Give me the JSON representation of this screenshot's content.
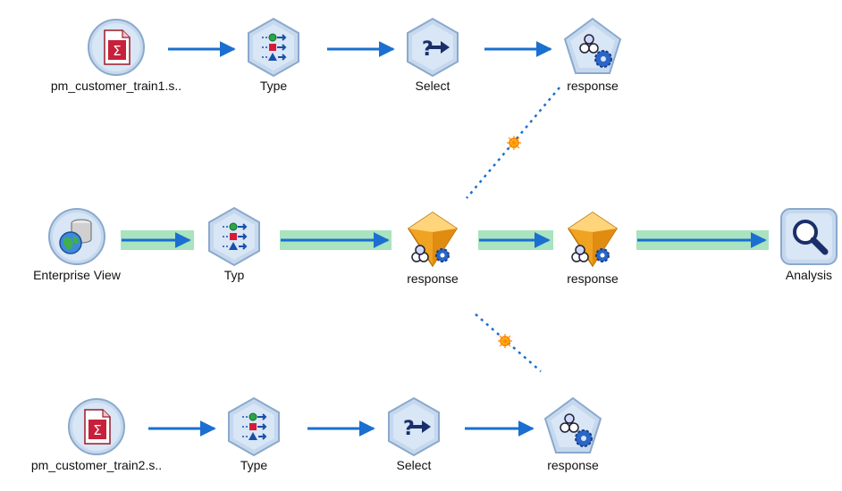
{
  "stream": {
    "nodes": {
      "source1": {
        "label": "pm_customer_train1.s..",
        "type": "statistics-file-source"
      },
      "type1": {
        "label": "Type",
        "type": "type"
      },
      "select1": {
        "label": "Select",
        "type": "select"
      },
      "model1": {
        "label": "response",
        "type": "model-build"
      },
      "ev": {
        "label": "Enterprise View",
        "type": "enterprise-view-source"
      },
      "type2": {
        "label": "Typ",
        "type": "type"
      },
      "nug1": {
        "label": "response",
        "type": "model-nugget"
      },
      "nug2": {
        "label": "response",
        "type": "model-nugget"
      },
      "analysis": {
        "label": "Analysis",
        "type": "analysis"
      },
      "source2": {
        "label": "pm_customer_train2.s..",
        "type": "statistics-file-source"
      },
      "type3": {
        "label": "Type",
        "type": "type"
      },
      "select2": {
        "label": "Select",
        "type": "select"
      },
      "model2": {
        "label": "response",
        "type": "model-build"
      }
    }
  },
  "colors": {
    "flow_arrow": "#1a6fd0",
    "flow_highlight": "#a9e3bf",
    "model_link": "#1a6fd0",
    "node_bg": "#c5d8ee",
    "nugget": "#f0a321",
    "source_doc": "#c8203a"
  }
}
